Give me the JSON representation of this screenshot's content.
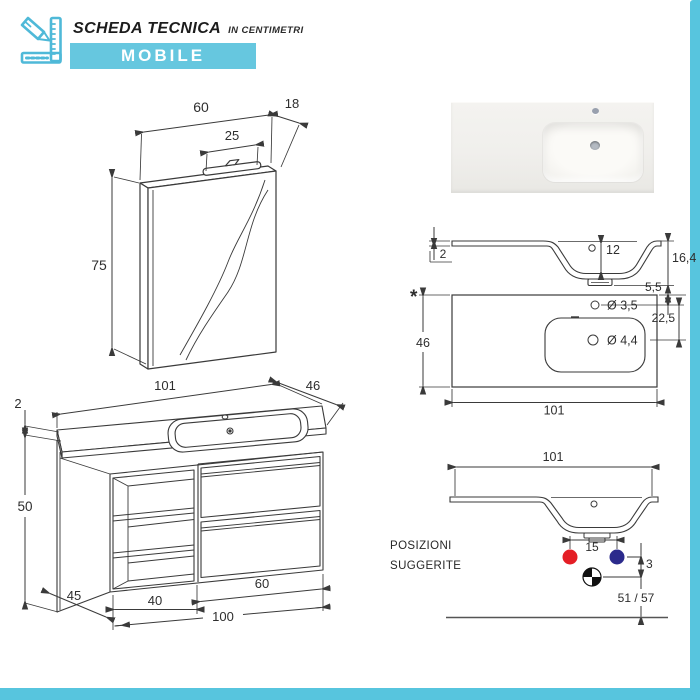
{
  "header": {
    "title": "SCHEDA TECNICA",
    "subtitle": "IN CENTIMETRI",
    "banner": "MOBILE",
    "icon": "ruler-pencil-icon"
  },
  "colors": {
    "accent_banner": "#66c7df",
    "accent_stripe": "#57c5de",
    "icon_teal": "#4fb9d8",
    "line": "#3a3a3a",
    "dot_red": "#e41e25",
    "dot_blue": "#2b2a8c"
  },
  "mirror_cabinet": {
    "width": "60",
    "depth": "18",
    "lamp_width": "25",
    "height": "75"
  },
  "basin_section": {
    "edge_thickness": "2",
    "bowl_depth": "12",
    "total_height": "16,4"
  },
  "basin_plan": {
    "note": "*",
    "depth": "46",
    "width": "101",
    "tap_hole_offset": "5,5",
    "drain_offset": "22,5",
    "tap_hole_dia": "Ø 3,5",
    "drain_dia": "Ø 4,4"
  },
  "vanity": {
    "top_width": "101",
    "top_depth": "46",
    "top_thickness": "2",
    "height": "50",
    "depth": "45",
    "shelf_width": "40",
    "drawer_width": "60",
    "total_width": "100"
  },
  "positions": {
    "title_line1": "POSIZIONI",
    "title_line2": "SUGGERITE",
    "basin_width": "101",
    "hole_spacing": "15",
    "drain_drop": "3",
    "height_range": "51 / 57"
  }
}
